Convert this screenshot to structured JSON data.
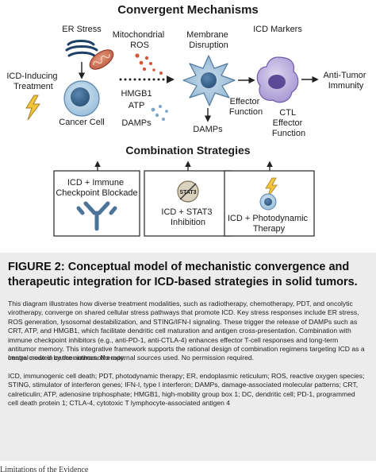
{
  "diagram": {
    "title": "Convergent Mechanisms",
    "treatment": [
      "ICD-Inducing",
      "Treatment"
    ],
    "er_stress": "ER Stress",
    "cancer_cell": "Cancer Cell",
    "mito_ros": [
      "Mitochondrial",
      "ROS"
    ],
    "hmgb1": "HMGB1",
    "atp": "ATP",
    "damps_left": "DAMPs",
    "membrane": [
      "Membrane",
      "Disruption"
    ],
    "damps_mid": "DAMPs",
    "icd_markers": "ICD Markers",
    "effector_function": [
      "Effector",
      "Function"
    ],
    "ctl": [
      "CTL",
      "Effector",
      "Function"
    ],
    "anti_tumor": [
      "Anti-Tumor",
      "Immunity"
    ],
    "combo_title": "Combination Strategies",
    "box1": [
      "ICD + Immune",
      "Checkpoint Blockade"
    ],
    "box2": [
      "ICD + STAT3",
      "Inhibition"
    ],
    "box2_icon_label": "STAT3",
    "box3": [
      "ICD + Photodynamic",
      "Therapy"
    ]
  },
  "caption": {
    "title": "FIGURE 2: Conceptual model of mechanistic convergence and therapeutic integration for ICD-based strategies in solid tumors.",
    "description": "This diagram illustrates how diverse treatment modalities, such as radiotherapy, chemotherapy, PDT, and oncolytic virotherapy, converge on shared cellular stress pathways that promote ICD. Key stress responses include ER stress, ROS generation, lysosomal destabilization, and STING/IFN-I signaling. These trigger the release of DAMPs such as CRT, ATP, and HMGB1, which facilitate dendritic cell maturation and antigen cross-presentation. Combination with immune checkpoint inhibitors (e.g., anti-PD-1, anti-CTLA-4) enhances effector T-cell responses and long-term antitumor memory. This integrative framework supports the rational design of combination regimens targeting ICD as a central node in cancer immunotherapy.",
    "credit": "Image created by the authors. No external sources used. No permission required.",
    "abbreviations": "ICD, immunogenic cell death; PDT, photodynamic therapy; ER, endoplasmic reticulum; ROS, reactive oxygen species; STING, stimulator of interferon genes; IFN-I, type I interferon; DAMPs, damage-associated molecular patterns; CRT, calreticulin; ATP, adenosine triphosphate; HMGB1, high-mobility group box 1; DC, dendritic cell; PD-1, programmed cell death protein 1; CTLA-4, cytotoxic T lymphocyte-associated antigen 4"
  },
  "next_section": "Limitations of the Evidence"
}
